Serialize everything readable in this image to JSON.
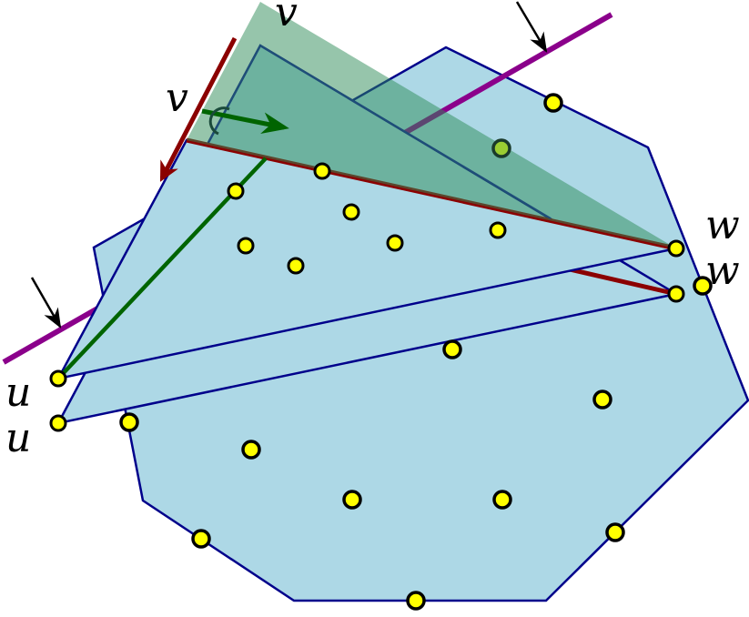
{
  "labels": {
    "v_top": "v",
    "v": "v",
    "w": "w",
    "w_lower": "w",
    "u": "u",
    "u_lower": "u"
  },
  "colors": {
    "polygon_fill": "#add8e6",
    "edge": "#00008b",
    "red_edge": "#8b0000",
    "green": "#006400",
    "green_region": "#2e8b57",
    "purple": "#8b008b",
    "point": "#ffff00"
  }
}
